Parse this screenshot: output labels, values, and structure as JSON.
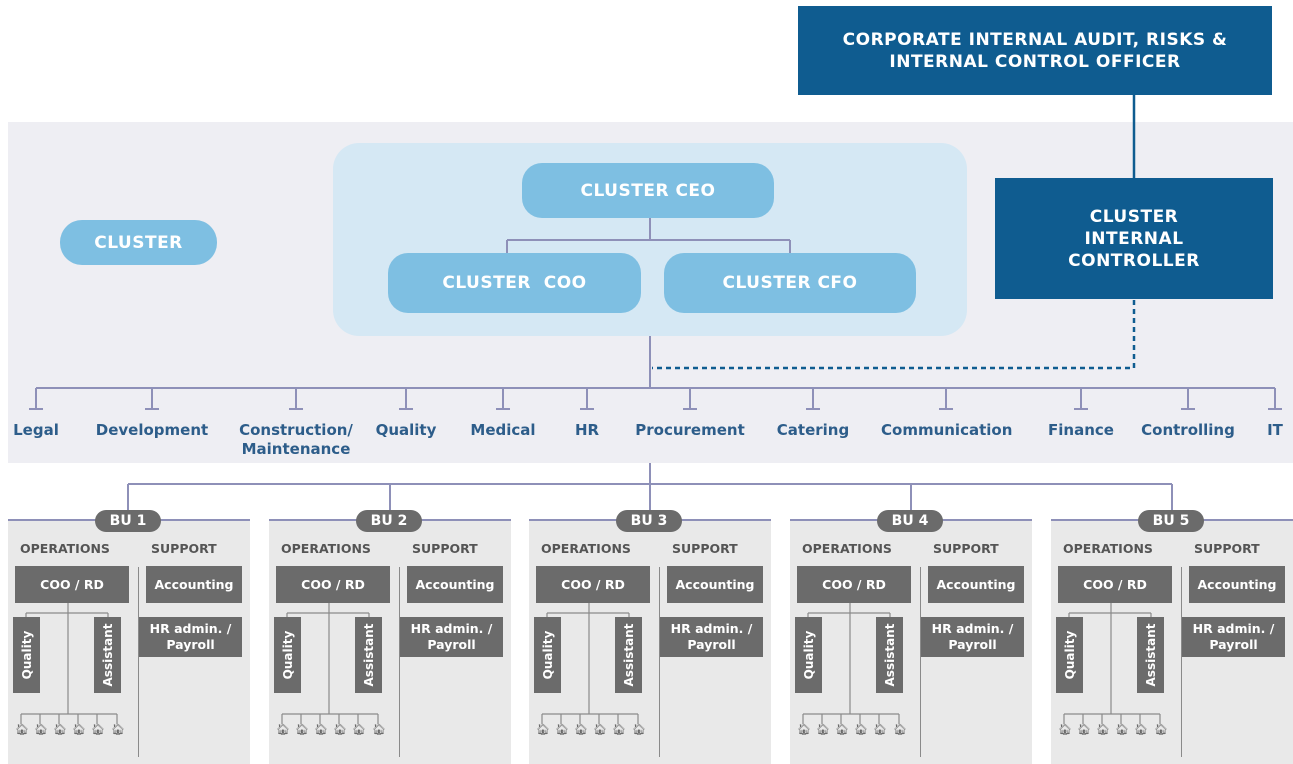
{
  "top_officer": "CORPORATE INTERNAL AUDIT, RISKS & INTERNAL CONTROL OFFICER",
  "cluster_label": "CLUSTER",
  "cluster_ceo": "CLUSTER CEO",
  "cluster_coo": "CLUSTER  COO",
  "cluster_cfo": "CLUSTER CFO",
  "cluster_internal_controller": "CLUSTER INTERNAL CONTROLLER",
  "departments": [
    "Legal",
    "Development",
    "Construction/ Maintenance",
    "Quality",
    "Medical",
    "HR",
    "Procurement",
    "Catering",
    "Communication",
    "Finance",
    "Controlling",
    "IT"
  ],
  "business_units": [
    {
      "tag": "BU 1",
      "operations": "OPERATIONS",
      "support": "SUPPORT",
      "coo": "COO / RD",
      "quality": "Quality",
      "assistant": "Assistant",
      "accounting": "Accounting",
      "hr": "HR admin. / Payroll"
    },
    {
      "tag": "BU 2",
      "operations": "OPERATIONS",
      "support": "SUPPORT",
      "coo": "COO / RD",
      "quality": "Quality",
      "assistant": "Assistant",
      "accounting": "Accounting",
      "hr": "HR admin. / Payroll"
    },
    {
      "tag": "BU 3",
      "operations": "OPERATIONS",
      "support": "SUPPORT",
      "coo": "COO / RD",
      "quality": "Quality",
      "assistant": "Assistant",
      "accounting": "Accounting",
      "hr": "HR admin. / Payroll"
    },
    {
      "tag": "BU 4",
      "operations": "OPERATIONS",
      "support": "SUPPORT",
      "coo": "COO / RD",
      "quality": "Quality",
      "assistant": "Assistant",
      "accounting": "Accounting",
      "hr": "HR admin. / Payroll"
    },
    {
      "tag": "BU 5",
      "operations": "OPERATIONS",
      "support": "SUPPORT",
      "coo": "COO / RD",
      "quality": "Quality",
      "assistant": "Assistant",
      "accounting": "Accounting",
      "hr": "HR admin. / Payroll"
    }
  ],
  "colors": {
    "dark_blue": "#0f5c90",
    "light_blue": "#7ebfe2",
    "panel_blue": "#d5e8f4",
    "gray": "#6b6b6b",
    "line": "#8e90b8"
  },
  "icons": {
    "hotel": "house-icon"
  }
}
